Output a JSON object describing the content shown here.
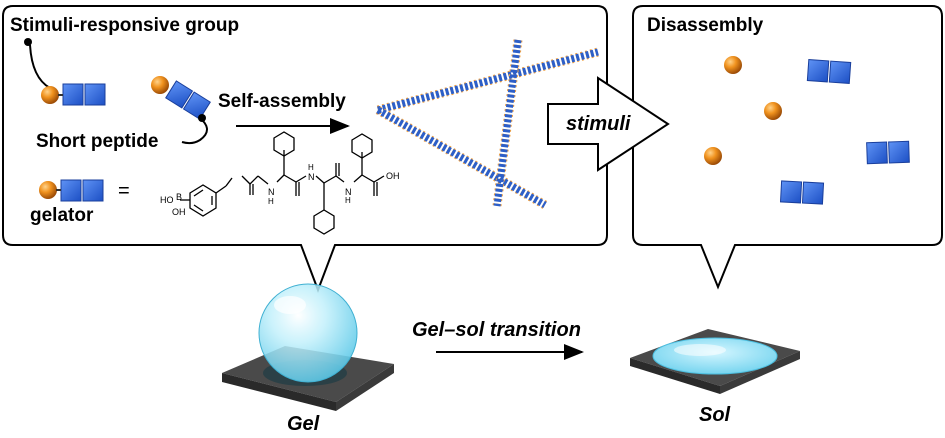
{
  "left_panel": {
    "title": "Stimuli-responsive group",
    "peptide_label": "Short peptide",
    "assembly_label": "Self-assembly",
    "equals_sign": "=",
    "gelator_label": "gelator",
    "structure_atoms": {
      "ho": "HO",
      "b": "B",
      "oh_b": "OH",
      "h_1": "H",
      "n_1": "N",
      "h_2": "H",
      "n_2": "N",
      "h_3": "H",
      "n_3": "N",
      "oh_acid": "OH"
    }
  },
  "middle": {
    "stimuli_label": "stimuli"
  },
  "right_panel": {
    "title": "Disassembly"
  },
  "bottom": {
    "transition_label": "Gel–sol transition",
    "gel_label": "Gel",
    "sol_label": "Sol"
  },
  "colors": {
    "sphere_orange": "#f0921e",
    "block_blue": "#2f6be0",
    "fiber_blue": "#2d5fc8",
    "fiber_orange": "#f0a040",
    "gel_cyan": "#9fe6f7",
    "plate_gray": "#4a4a4a"
  }
}
